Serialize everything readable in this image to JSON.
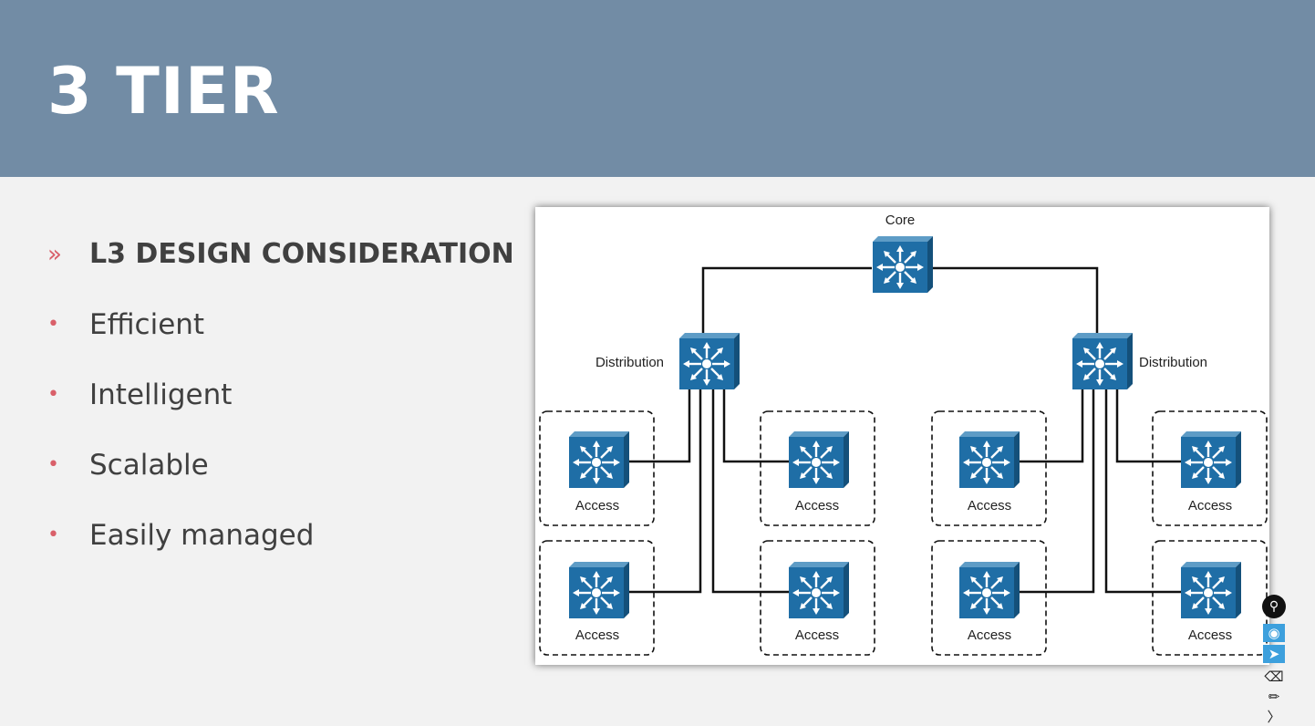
{
  "slide": {
    "title": "3 TIER",
    "bullets": [
      {
        "text": "L3 DESIGN CONSIDERATION",
        "marker": "»",
        "bold": true
      },
      {
        "text": "Efficient",
        "marker": "•",
        "bold": false
      },
      {
        "text": "Intelligent",
        "marker": "•",
        "bold": false
      },
      {
        "text": "Scalable",
        "marker": "•",
        "bold": false
      },
      {
        "text": "Easily managed",
        "marker": "•",
        "bold": false
      }
    ]
  },
  "diagram": {
    "core_label": "Core",
    "distribution_left_label": "Distribution",
    "distribution_right_label": "Distribution",
    "access_labels": [
      "Access",
      "Access",
      "Access",
      "Access",
      "Access",
      "Access",
      "Access",
      "Access"
    ]
  },
  "colors": {
    "header": "#728ca5",
    "bullet_marker": "#d9606a",
    "switch_front": "#1f6ea6",
    "switch_side": "#14507a"
  },
  "toolbar": {
    "icons": [
      "pin-icon",
      "eye-icon",
      "cursor-icon",
      "eraser-icon",
      "pen-icon",
      "highlighter-icon"
    ]
  }
}
